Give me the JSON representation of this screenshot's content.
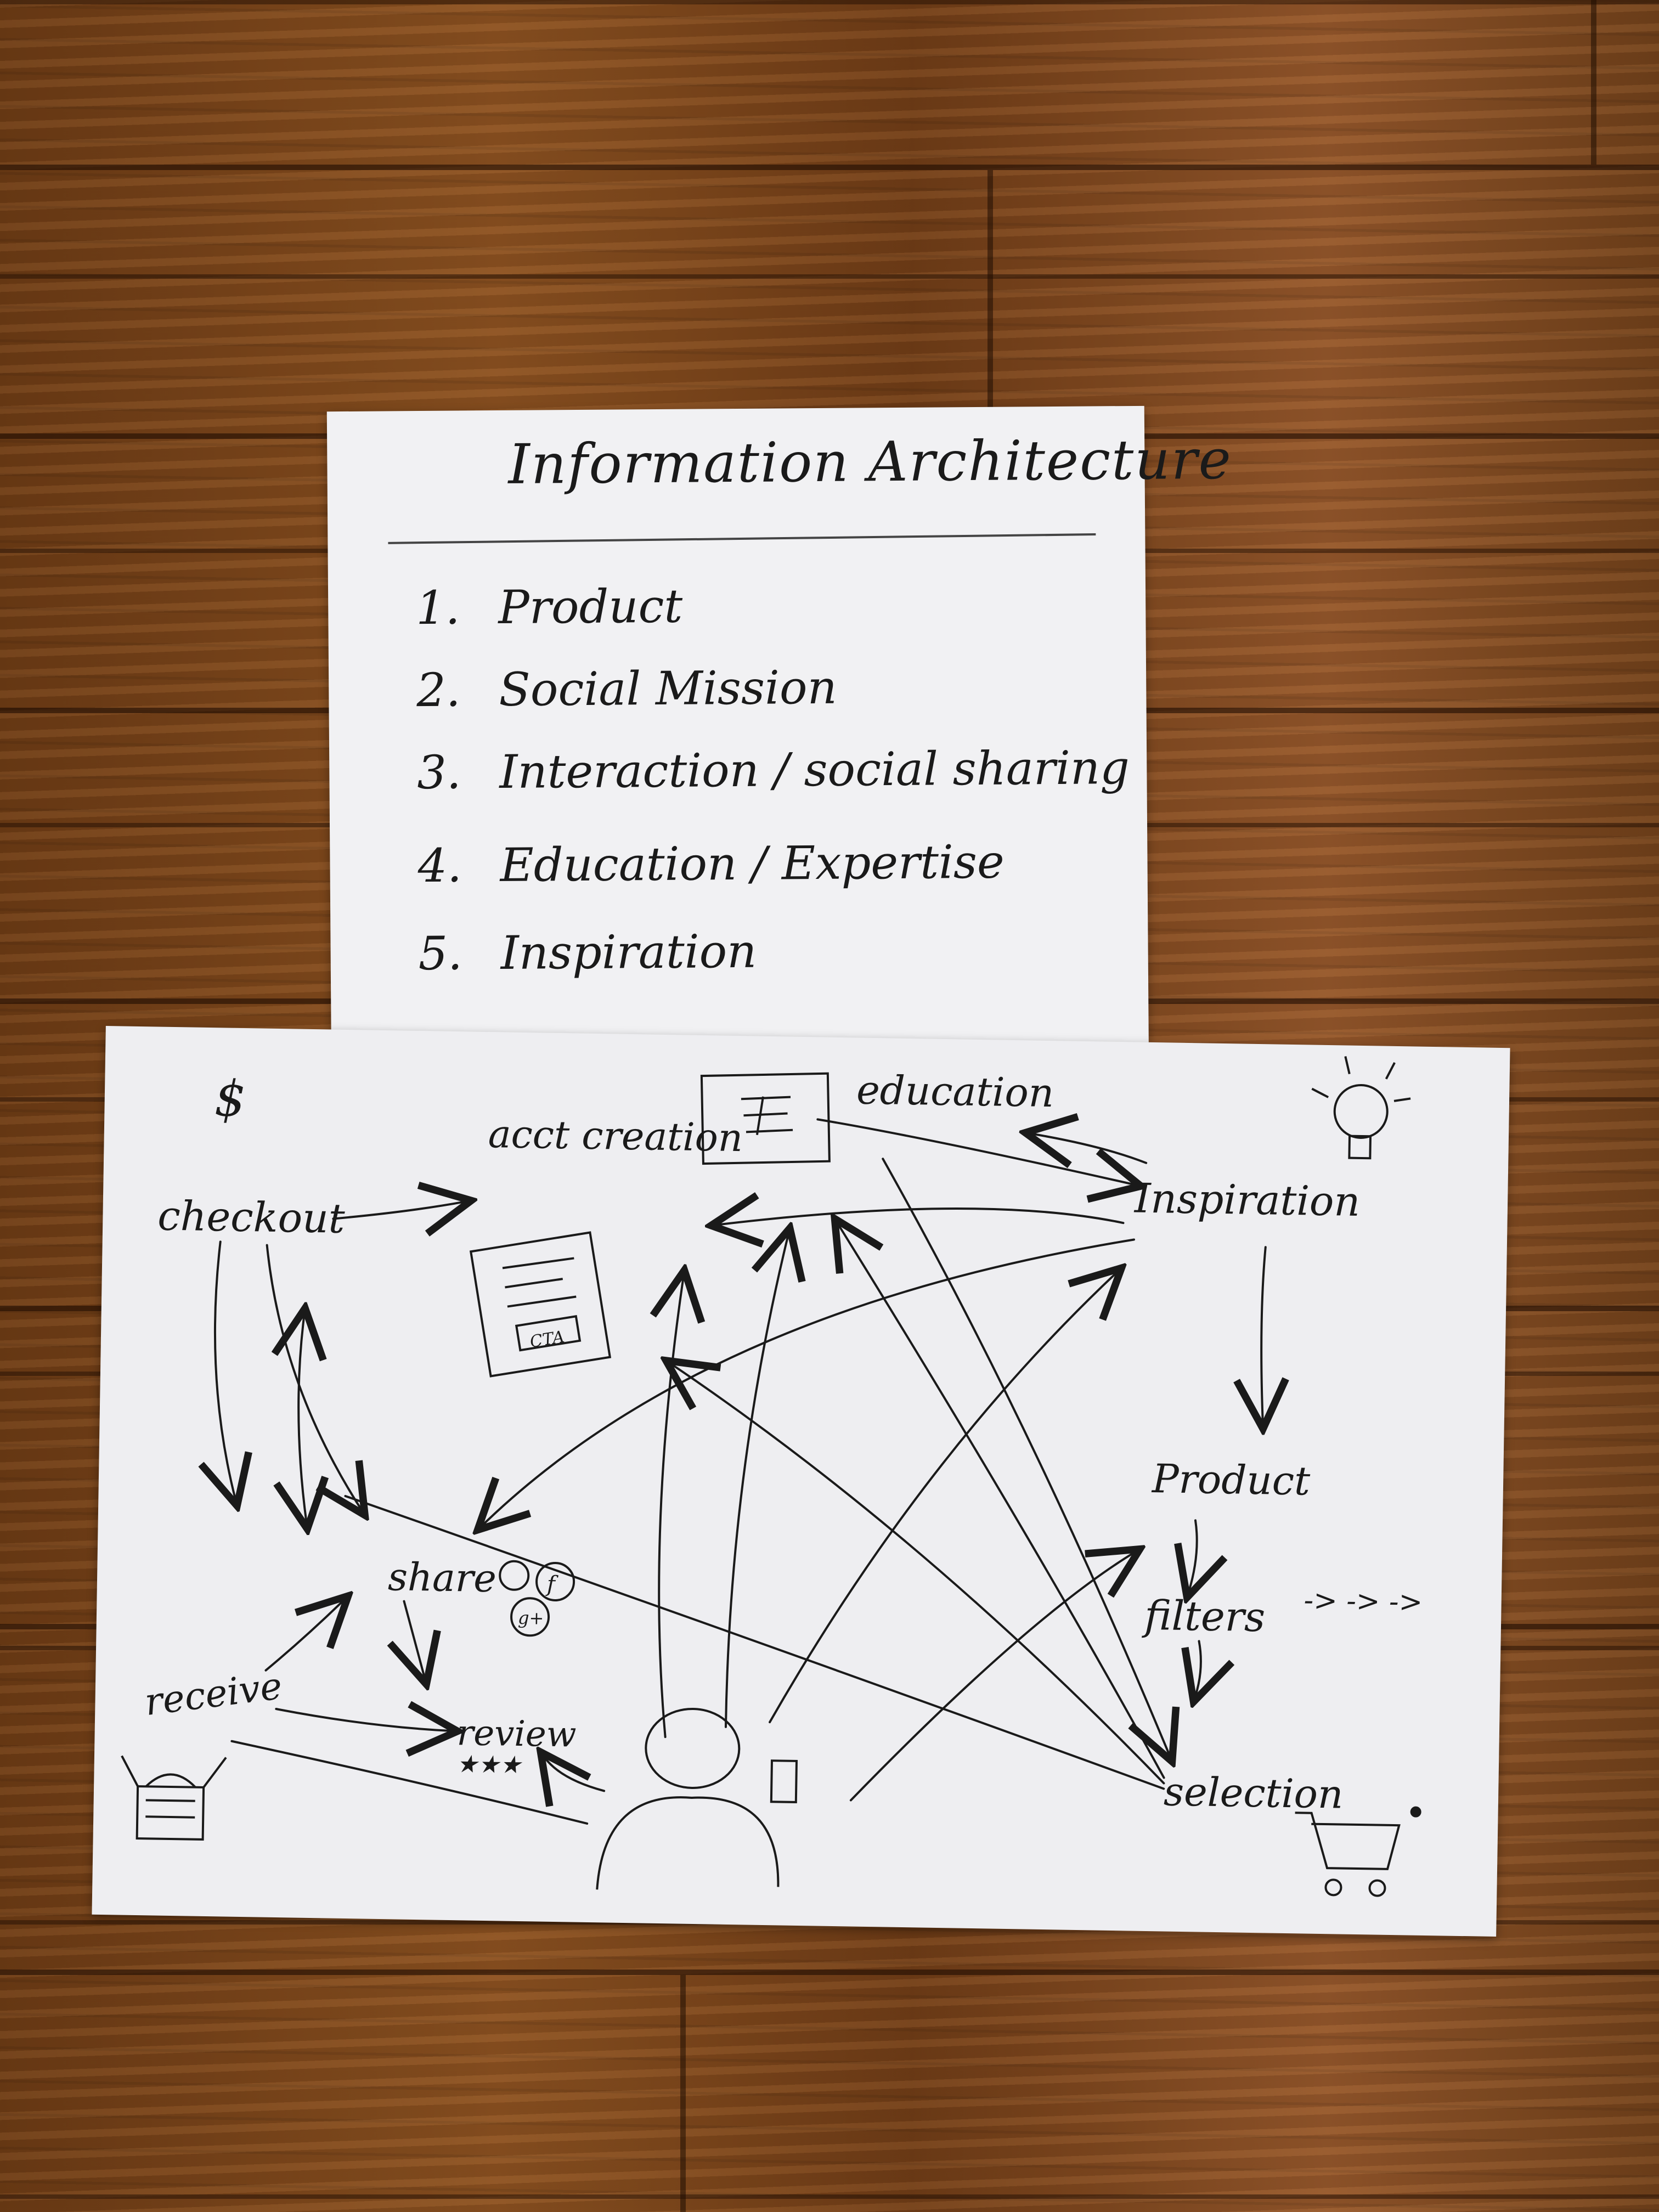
{
  "top_sheet": {
    "title": "Information Architecture",
    "items": [
      {
        "num": "1.",
        "label": "Product"
      },
      {
        "num": "2.",
        "label": "Social Mission"
      },
      {
        "num": "3.",
        "label": "Interaction / social sharing"
      },
      {
        "num": "4.",
        "label": "Education / Expertise"
      },
      {
        "num": "5.",
        "label": "Inspiration"
      }
    ]
  },
  "diagram": {
    "nodes": {
      "checkout": "checkout",
      "dollar": "$",
      "acct_creation": "acct creation",
      "cta": "CTA",
      "education": "education",
      "inspiration": "Inspiration",
      "product": "Product",
      "filters": "filters",
      "more_arrows": "-> -> ->",
      "selection": "selection",
      "share": "share",
      "review": "review",
      "stars": "★★★",
      "receive": "receive",
      "social_f": "f",
      "social_g": "g+"
    },
    "ink_color": "#1a1a1a",
    "paper_color": "#eeeef1"
  }
}
